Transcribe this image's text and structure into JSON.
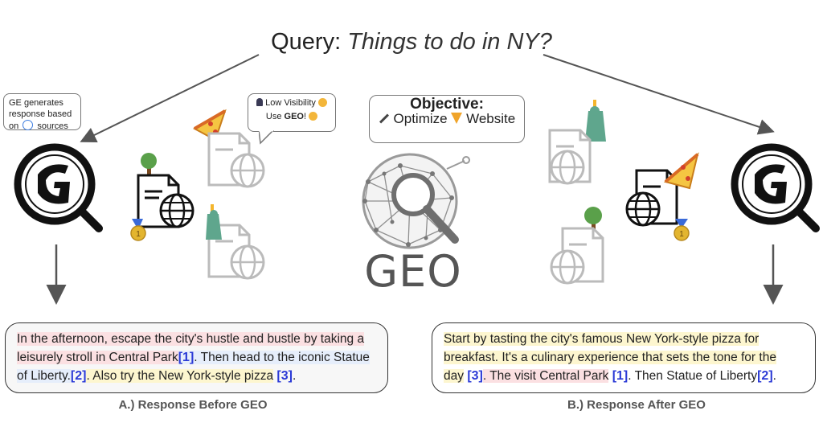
{
  "title": {
    "prefix": "Query: ",
    "query": "Things to do in NY?"
  },
  "ge_bubble": {
    "line1": "GE generates",
    "line2": "response based",
    "line3_pre": "on",
    "line3_post": "sources"
  },
  "visibility_bubble": {
    "line1": "Low Visibility",
    "line2_pre": "Use",
    "line2_bold": "GEO",
    "line2_post": "!"
  },
  "objective": {
    "title": "Objective:",
    "optimize": "Optimize",
    "website": "Website"
  },
  "center_label": "GEO",
  "response_before": {
    "seg1": "In the afternoon, escape the city's hustle and bustle by taking a leisurely stroll in Central Park",
    "cite1": "[1]",
    "seg2": ". Then head to the iconic Statue of Liberty.",
    "cite2": "[2]",
    "seg3": ". Also try the New York-style pizza",
    "cite3": "[3]",
    "seg4": "."
  },
  "response_after": {
    "seg1": "Start by tasting the city's famous New York-style pizza for breakfast. It's a culinary experience that sets the tone for the day",
    "cite1": "[3]",
    "seg2": ". The visit Central Park",
    "cite2": "[1]",
    "seg3": ". Then Statue of Liberty",
    "cite3": "[2]",
    "seg4": "."
  },
  "caption_before": "A.) Response Before GEO",
  "caption_after": "B.) Response After GEO",
  "medal_label": "1",
  "icons": [
    "generative-engine-logo",
    "document-globe-icon",
    "tree-icon",
    "pizza-icon",
    "statue-of-liberty-icon",
    "medal-icon",
    "geo-globe-magnifier-icon",
    "arrow-icon"
  ]
}
